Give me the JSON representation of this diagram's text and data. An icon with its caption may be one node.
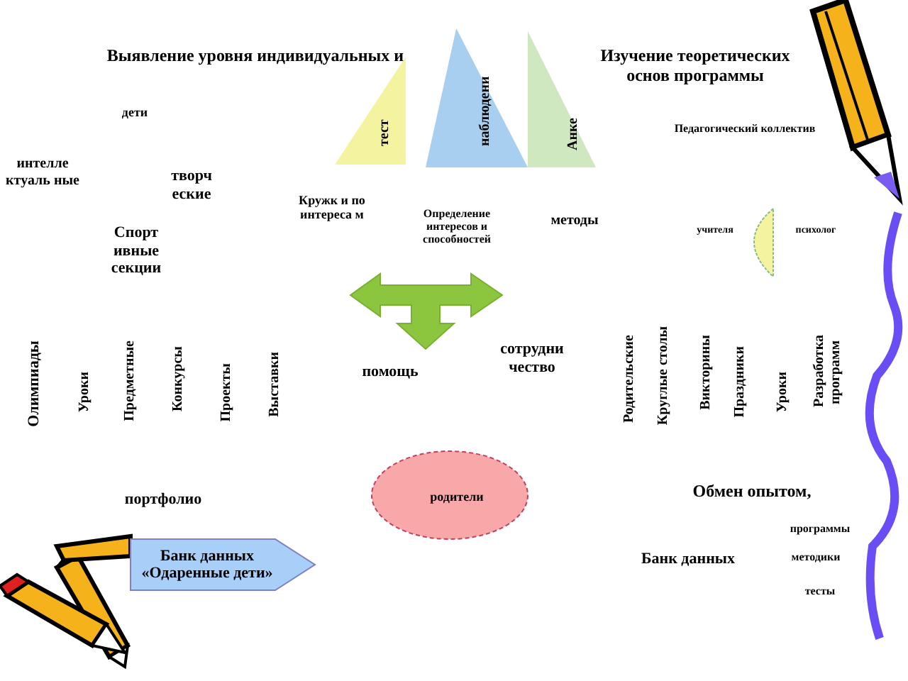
{
  "diagram": {
    "nodes": [
      {
        "text": [
          "тест"
        ]
      },
      {
        "text": [
          "наблюдени"
        ]
      },
      {
        "text": [
          "Анке"
        ]
      },
      {
        "text": [
          "родители"
        ]
      },
      {
        "text": [
          "Банк данных «Одаренные дети»"
        ]
      }
    ],
    "labels": [
      "Выявление уровня индивидуальных и",
      "Изучение теоретических основ программы",
      "дети",
      "Педагогический коллектив",
      "интелле ктуаль ные",
      "творч еские",
      "Кружк и по интереса м",
      "Определение интересов и способностей",
      "методы",
      "учителя",
      "психолог",
      "Спорт ивные секции",
      "Олимпиады",
      "Уроки",
      "Предметные",
      "Конкурсы",
      "Проекты",
      "Выставки",
      "помощь",
      "сотрудни чество",
      "Родительские",
      "Круглые столы",
      "Викторины",
      "Праздники",
      "Уроки",
      "Разработка программ",
      "портфолио",
      "Обмен опытом,",
      "программы",
      "Банк данных",
      "методики",
      "тесты"
    ]
  }
}
